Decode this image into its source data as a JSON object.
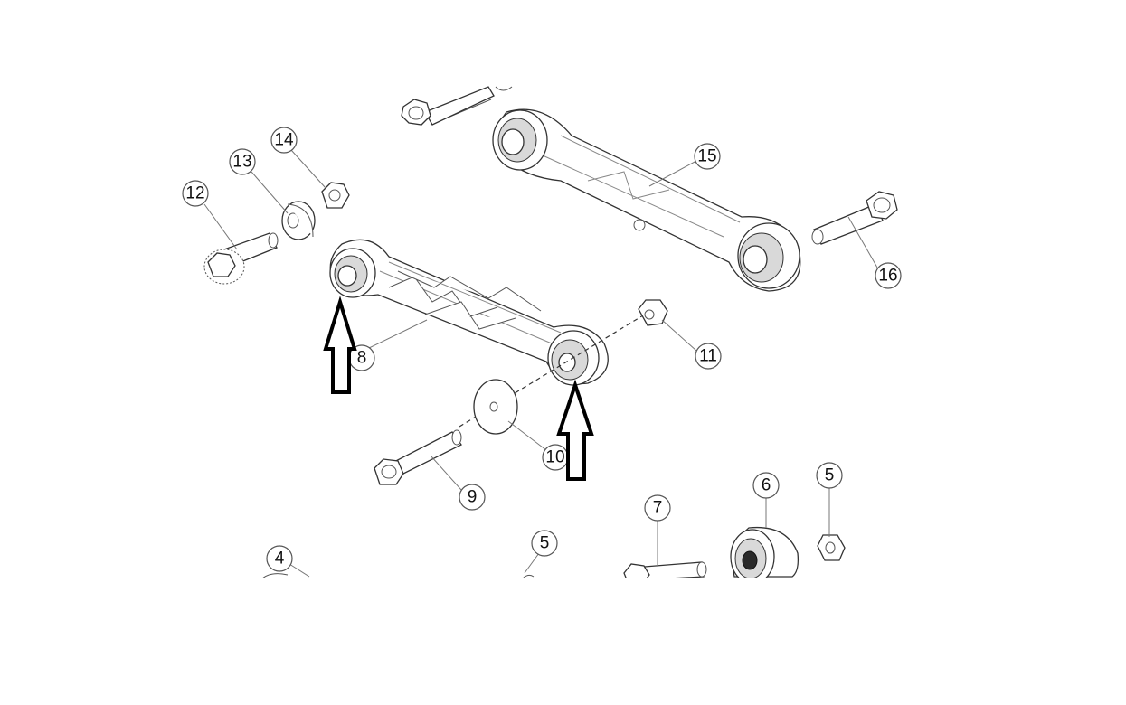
{
  "callouts": {
    "c4": "4",
    "c5a": "5",
    "c5b": "5",
    "c6": "6",
    "c7": "7",
    "c8": "8",
    "c9": "9",
    "c10": "10",
    "c11": "11",
    "c12": "12",
    "c13": "13",
    "c14": "14",
    "c15": "15",
    "c16": "16"
  },
  "colors": {
    "line": "#333333",
    "arrow_outline": "#000000",
    "background": "#ffffff"
  }
}
